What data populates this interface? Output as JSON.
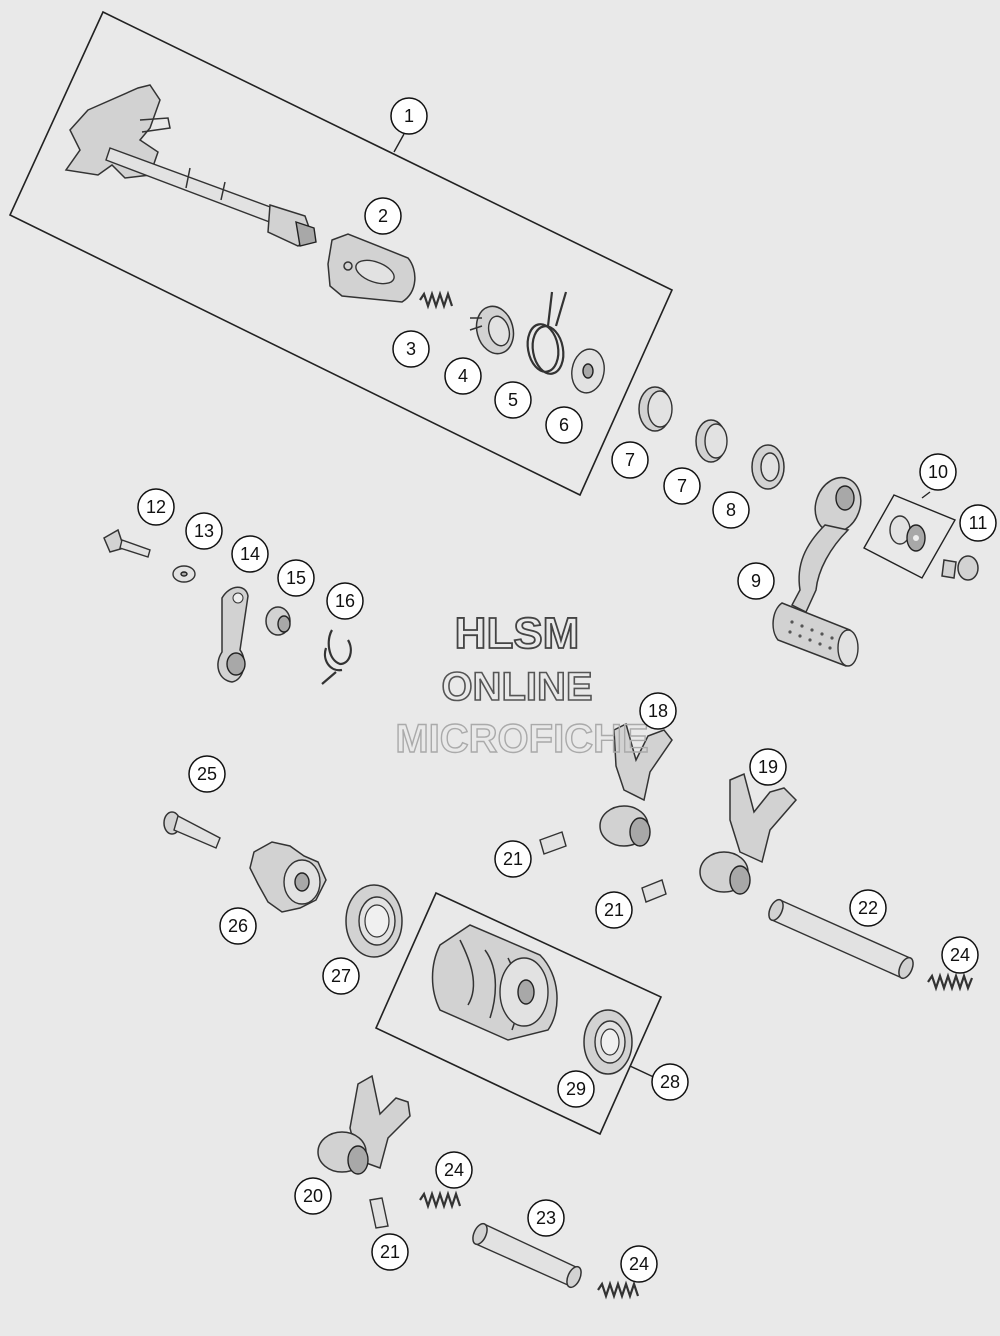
{
  "watermark": {
    "line1": "HLSM",
    "line2": "ONLINE",
    "line3": "MICROFICHE"
  },
  "callouts": [
    {
      "id": "c1",
      "label": "1"
    },
    {
      "id": "c2",
      "label": "2"
    },
    {
      "id": "c3",
      "label": "3"
    },
    {
      "id": "c4",
      "label": "4"
    },
    {
      "id": "c5",
      "label": "5"
    },
    {
      "id": "c6",
      "label": "6"
    },
    {
      "id": "c7a",
      "label": "7"
    },
    {
      "id": "c7b",
      "label": "7"
    },
    {
      "id": "c8",
      "label": "8"
    },
    {
      "id": "c9",
      "label": "9"
    },
    {
      "id": "c10",
      "label": "10"
    },
    {
      "id": "c11",
      "label": "11"
    },
    {
      "id": "c12",
      "label": "12"
    },
    {
      "id": "c13",
      "label": "13"
    },
    {
      "id": "c14",
      "label": "14"
    },
    {
      "id": "c15",
      "label": "15"
    },
    {
      "id": "c16",
      "label": "16"
    },
    {
      "id": "c18",
      "label": "18"
    },
    {
      "id": "c19",
      "label": "19"
    },
    {
      "id": "c20",
      "label": "20"
    },
    {
      "id": "c21a",
      "label": "21"
    },
    {
      "id": "c21b",
      "label": "21"
    },
    {
      "id": "c21c",
      "label": "21"
    },
    {
      "id": "c22",
      "label": "22"
    },
    {
      "id": "c23",
      "label": "23"
    },
    {
      "id": "c24a",
      "label": "24"
    },
    {
      "id": "c24b",
      "label": "24"
    },
    {
      "id": "c24c",
      "label": "24"
    },
    {
      "id": "c25",
      "label": "25"
    },
    {
      "id": "c26",
      "label": "26"
    },
    {
      "id": "c27",
      "label": "27"
    },
    {
      "id": "c28",
      "label": "28"
    },
    {
      "id": "c29",
      "label": "29"
    }
  ]
}
